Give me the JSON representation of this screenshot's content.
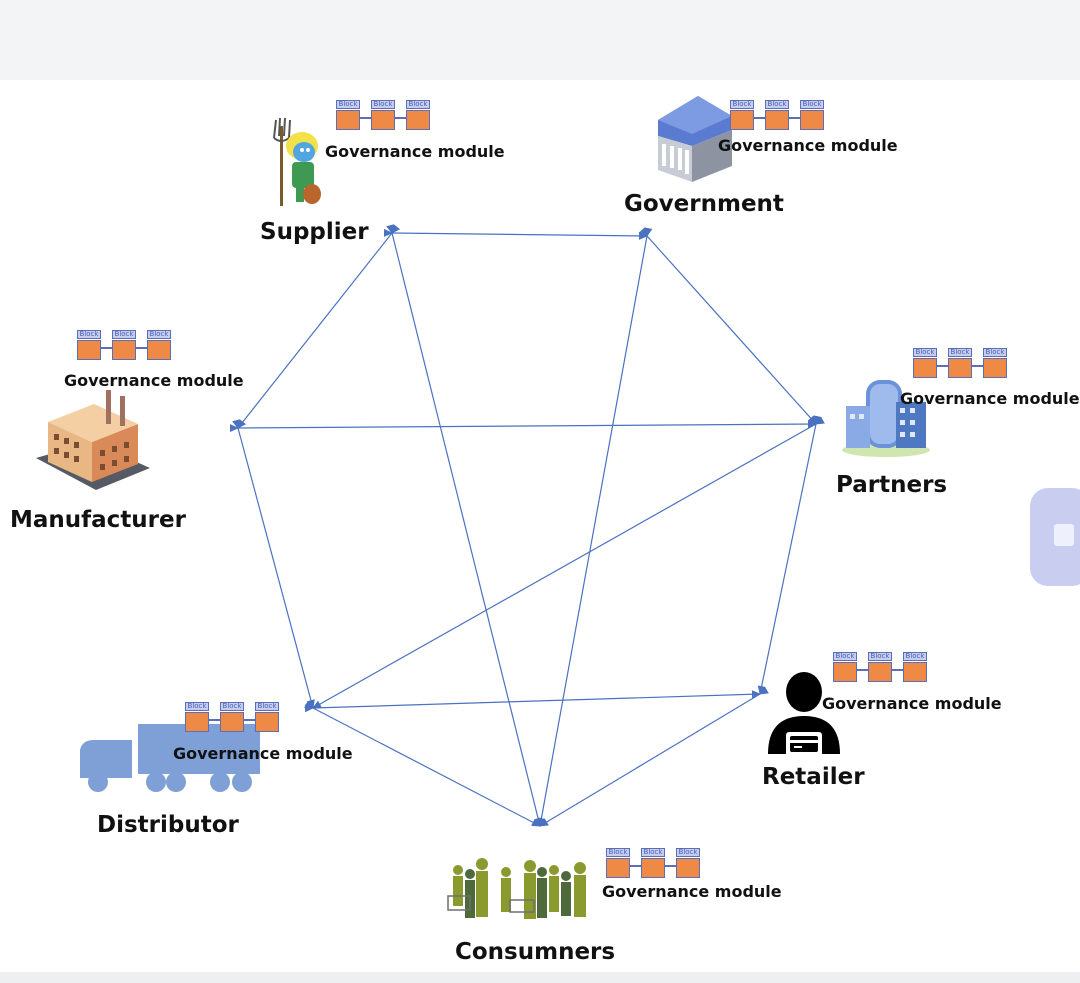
{
  "nodes": {
    "supplier": {
      "label": "Supplier",
      "governance": "Governance module"
    },
    "government": {
      "label": "Government",
      "governance": "Governance module"
    },
    "manufacturer": {
      "label": "Manufacturer",
      "governance": "Governance module"
    },
    "partners": {
      "label": "Partners",
      "governance": "Governance module"
    },
    "distributor": {
      "label": "Distributor",
      "governance": "Governance module"
    },
    "retailer": {
      "label": "Retailer",
      "governance": "Governance module"
    },
    "consumers": {
      "label": "Consumners",
      "governance": "Governance module"
    }
  },
  "block_caption": "Block",
  "edges": [
    [
      "supplier",
      "government"
    ],
    [
      "supplier",
      "manufacturer"
    ],
    [
      "supplier",
      "consumers"
    ],
    [
      "government",
      "partners"
    ],
    [
      "government",
      "consumers"
    ],
    [
      "manufacturer",
      "partners"
    ],
    [
      "manufacturer",
      "distributor"
    ],
    [
      "partners",
      "distributor"
    ],
    [
      "partners",
      "retailer"
    ],
    [
      "distributor",
      "retailer"
    ],
    [
      "distributor",
      "consumers"
    ],
    [
      "retailer",
      "consumers"
    ]
  ],
  "colors": {
    "arrow": "#4a72c0",
    "block_fill": "#ee8a45",
    "block_border": "#5a6fb8",
    "block_header": "#c5cdf0"
  },
  "icons": {
    "supplier": "farmer-icon",
    "government": "government-building-icon",
    "manufacturer": "factory-icon",
    "partners": "office-building-icon",
    "distributor": "truck-icon",
    "retailer": "person-with-card-icon",
    "consumers": "crowd-icon"
  }
}
